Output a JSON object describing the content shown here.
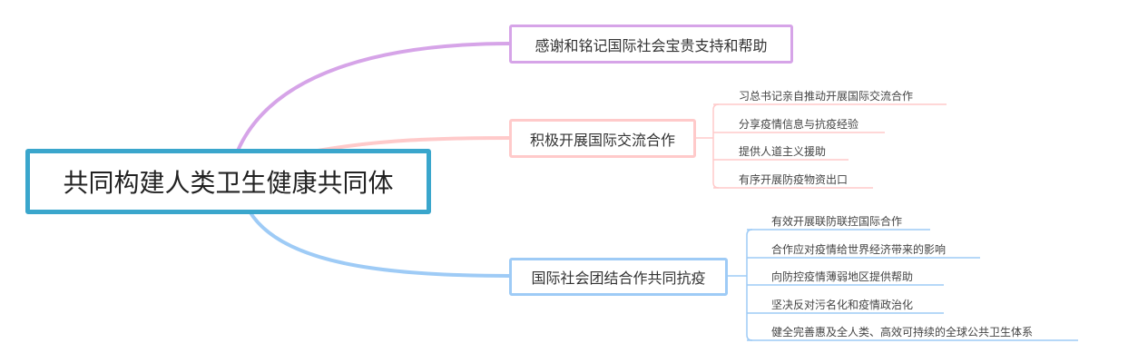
{
  "root": {
    "label": "共同构建人类卫生健康共同体"
  },
  "colors": {
    "root": "#3aa6cc",
    "branch1": "#d6a4e8",
    "branch2": "#ffcaca",
    "branch3": "#9ecbf6"
  },
  "branches": [
    {
      "label": "感谢和铭记国际社会宝贵支持和帮助",
      "children": []
    },
    {
      "label": "积极开展国际交流合作",
      "children": [
        "习总书记亲自推动开展国际交流合作",
        "分享疫情信息与抗疫经验",
        "提供人道主义援助",
        "有序开展防疫物资出口"
      ]
    },
    {
      "label": "国际社会团结合作共同抗疫",
      "children": [
        "有效开展联防联控国际合作",
        "合作应对疫情给世界经济带来的影响",
        "向防控疫情薄弱地区提供帮助",
        "坚决反对污名化和疫情政治化",
        "健全完善惠及全人类、高效可持续的全球公共卫生体系"
      ]
    }
  ]
}
